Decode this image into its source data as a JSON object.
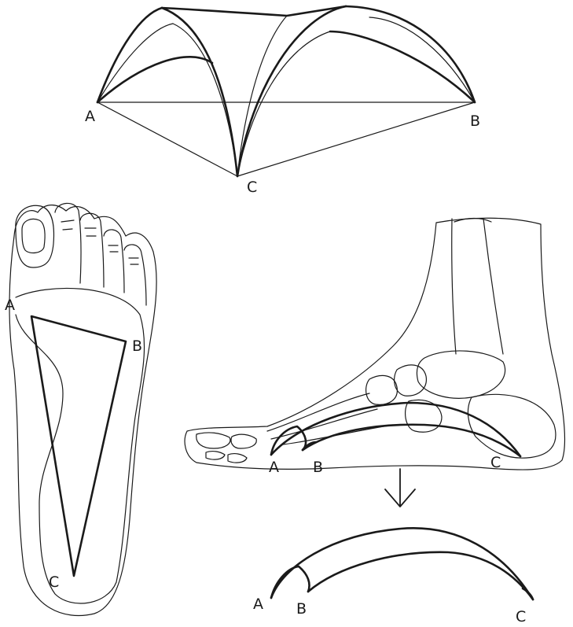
{
  "labels": {
    "dome_a": "A",
    "dome_b": "B",
    "dome_c": "C",
    "sole_a": "A",
    "sole_b": "B",
    "sole_c": "C",
    "side_a": "A",
    "side_b": "B",
    "side_c": "C",
    "arch_a": "A",
    "arch_b": "B",
    "arch_c": "C"
  },
  "colors": {
    "stroke": "#1a1a1a",
    "background": "#ffffff"
  }
}
